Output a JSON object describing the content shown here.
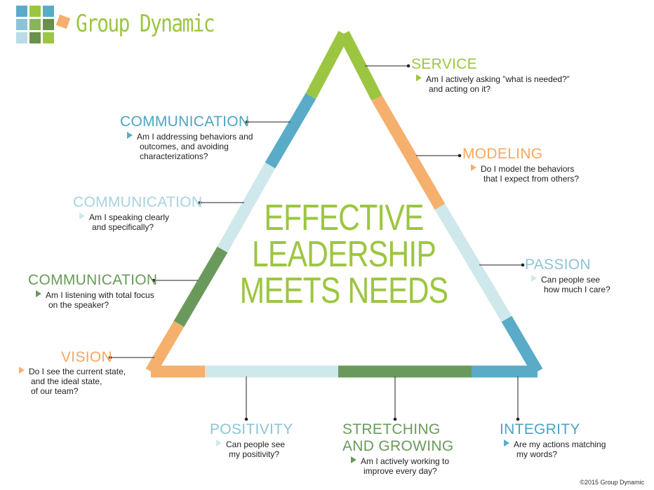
{
  "brand": {
    "name": "Group Dynamic",
    "color": "#9cc641",
    "squares": [
      "#5aabc7",
      "#9cc641",
      "#5aabc7",
      "#b9dce8",
      "#8ec3d6",
      "#8ab45a",
      "#6b8f4c",
      "#f5b06d",
      "#b9dce8",
      "#6b8f4c",
      "#9cc641",
      "#d3e8ef"
    ]
  },
  "colors": {
    "green": "#9cc641",
    "dark_green": "#6a9a5b",
    "blue": "#5aabc7",
    "light_blue": "#cfe8ec",
    "orange": "#f5b06d"
  },
  "center": {
    "line1": "EFFECTIVE",
    "line2": "LEADERSHIP",
    "line3": "MEETS NEEDS"
  },
  "items": {
    "service": {
      "title": "SERVICE",
      "q1": "Am I actively asking ”what is needed?”",
      "q2": "and acting on it?"
    },
    "modeling": {
      "title": "MODELING",
      "q1": "Do I model the behaviors",
      "q2": "that I expect from others?"
    },
    "passion": {
      "title": "PASSION",
      "q1": "Can people see",
      "q2": "how much I care?"
    },
    "integrity": {
      "title": "INTEGRITY",
      "q1": "Are my actions matching",
      "q2": "my words?"
    },
    "stretching": {
      "title1": "STRETCHING",
      "title2": "AND GROWING",
      "q1": "Am I actively working to",
      "q2": "improve every day?"
    },
    "positivity": {
      "title": "POSITIVITY",
      "q1": "Can people see",
      "q2": "my positivity?"
    },
    "vision": {
      "title": "VISION",
      "q1": "Do I see the current state,",
      "q2": "and the ideal state,",
      "q3": "of our team?"
    },
    "comm1": {
      "title": "COMMUNICATION",
      "q1": "Am I addressing behaviors and",
      "q2": "outcomes, and avoiding",
      "q3": "characterizations?"
    },
    "comm2": {
      "title": "COMMUNICATION",
      "q1": "Am I speaking clearly",
      "q2": "and specifically?"
    },
    "comm3": {
      "title": "COMMUNICATION",
      "q1": "Am I listening with total focus",
      "q2": "on the speaker?"
    }
  },
  "copyright": "©2015 Group Dynamic"
}
